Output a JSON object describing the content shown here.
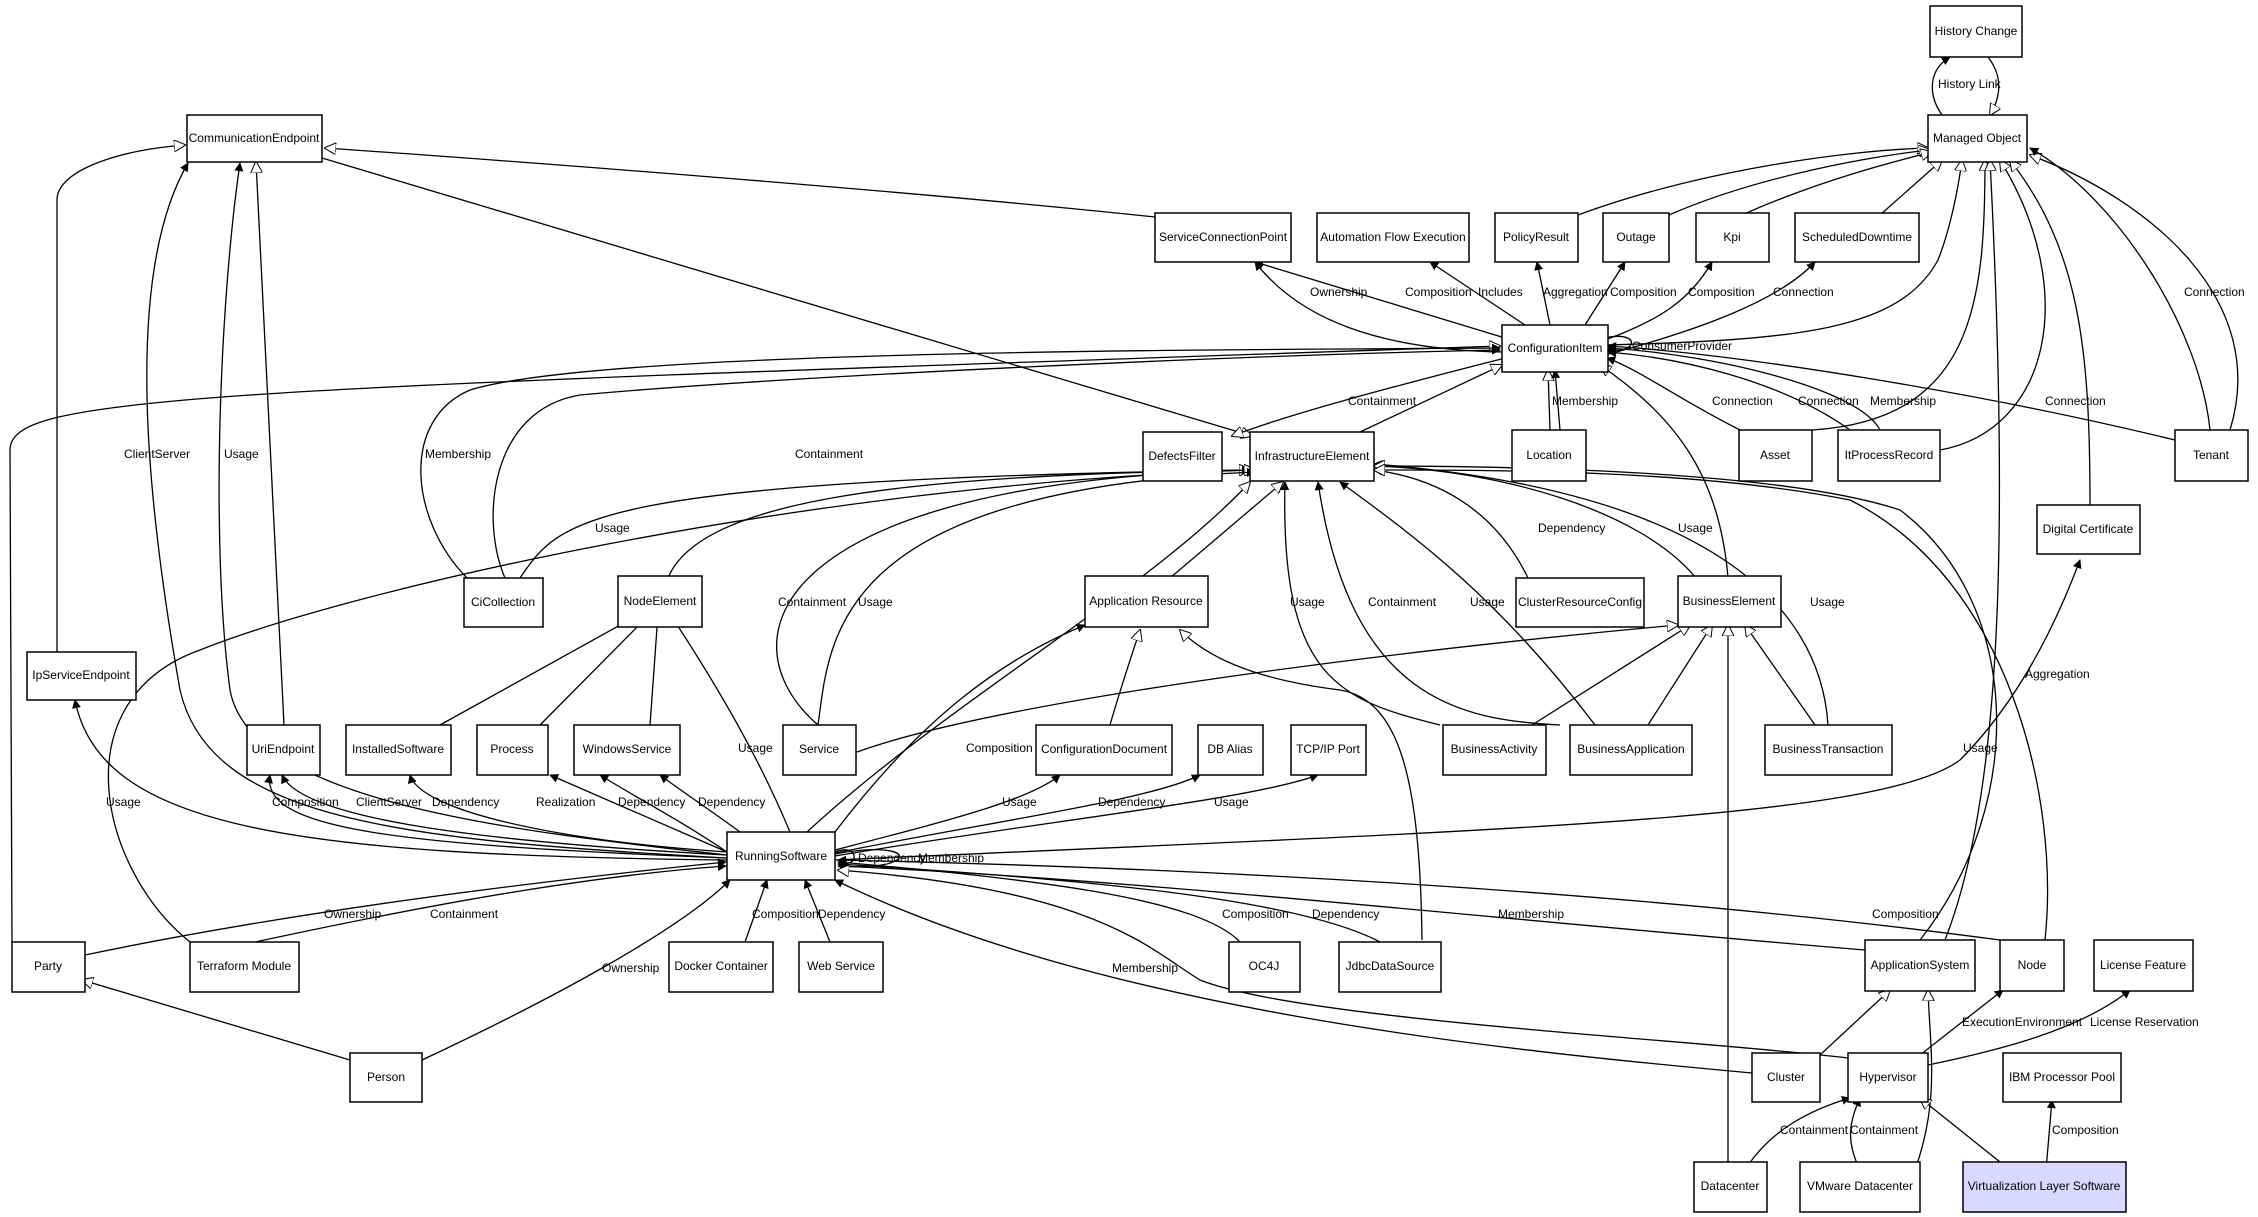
{
  "colors": {
    "stroke": "#000000",
    "node_fill": "#ffffff",
    "highlight_fill": "#d9d9ff",
    "background": "#ffffff"
  },
  "nodes": {
    "history_change": {
      "label": "History Change"
    },
    "managed_object": {
      "label": "Managed Object"
    },
    "communication_endpoint": {
      "label": "CommunicationEndpoint"
    },
    "service_connection_point": {
      "label": "ServiceConnectionPoint"
    },
    "automation_flow_execution": {
      "label": "Automation Flow Execution"
    },
    "policy_result": {
      "label": "PolicyResult"
    },
    "outage": {
      "label": "Outage"
    },
    "kpi": {
      "label": "Kpi"
    },
    "scheduled_downtime": {
      "label": "ScheduledDowntime"
    },
    "configuration_item": {
      "label": "ConfigurationItem"
    },
    "defects_filter": {
      "label": "DefectsFilter"
    },
    "infrastructure_element": {
      "label": "InfrastructureElement"
    },
    "location": {
      "label": "Location"
    },
    "asset": {
      "label": "Asset"
    },
    "it_process_record": {
      "label": "ItProcessRecord"
    },
    "tenant": {
      "label": "Tenant"
    },
    "digital_certificate": {
      "label": "Digital Certificate"
    },
    "ci_collection": {
      "label": "CiCollection"
    },
    "node_element": {
      "label": "NodeElement"
    },
    "application_resource": {
      "label": "Application Resource"
    },
    "cluster_resource_config": {
      "label": "ClusterResourceConfig"
    },
    "business_element": {
      "label": "BusinessElement"
    },
    "ip_service_endpoint": {
      "label": "IpServiceEndpoint"
    },
    "uri_endpoint": {
      "label": "UriEndpoint"
    },
    "installed_software": {
      "label": "InstalledSoftware"
    },
    "process": {
      "label": "Process"
    },
    "windows_service": {
      "label": "WindowsService"
    },
    "service": {
      "label": "Service"
    },
    "configuration_document": {
      "label": "ConfigurationDocument"
    },
    "db_alias": {
      "label": "DB Alias"
    },
    "tcpip_port": {
      "label": "TCP/IP Port"
    },
    "business_activity": {
      "label": "BusinessActivity"
    },
    "business_application": {
      "label": "BusinessApplication"
    },
    "business_transaction": {
      "label": "BusinessTransaction"
    },
    "running_software": {
      "label": "RunningSoftware"
    },
    "party": {
      "label": "Party"
    },
    "terraform_module": {
      "label": "Terraform Module"
    },
    "docker_container": {
      "label": "Docker Container"
    },
    "web_service": {
      "label": "Web Service"
    },
    "oc4j": {
      "label": "OC4J"
    },
    "jdbc_data_source": {
      "label": "JdbcDataSource"
    },
    "application_system": {
      "label": "ApplicationSystem"
    },
    "node": {
      "label": "Node"
    },
    "license_feature": {
      "label": "License Feature"
    },
    "person": {
      "label": "Person"
    },
    "cluster": {
      "label": "Cluster"
    },
    "hypervisor": {
      "label": "Hypervisor"
    },
    "ibm_processor_pool": {
      "label": "IBM Processor Pool"
    },
    "datacenter": {
      "label": "Datacenter"
    },
    "vmware_datacenter": {
      "label": "VMware Datacenter"
    },
    "virtualization_layer_software": {
      "label": "Virtualization Layer Software"
    }
  },
  "edge_labels": {
    "history_link": "History Link",
    "ownership_scp": "Ownership",
    "composition_scp": "Composition",
    "includes": "Includes",
    "aggregation_policy": "Aggregation",
    "composition_outage": "Composition",
    "composition_kpi": "Composition",
    "connection_sched": "Connection",
    "connection_tenant_mo": "Connection",
    "consumer_provider": "ConsumerProvider",
    "membership_location": "Membership",
    "containment_infra": "Containment",
    "connection_asset": "Connection",
    "connection_itpr": "Connection",
    "membership_itpr": "Membership",
    "connection_tenant_ci": "Connection",
    "membership_cicoll": "Membership",
    "containment_cicoll": "Containment",
    "client_server_ce": "ClientServer",
    "usage_ce": "Usage",
    "usage_cicoll": "Usage",
    "dependency_crc": "Dependency",
    "usage_be_infra": "Usage",
    "containment_service": "Containment",
    "usage_service": "Usage",
    "usage_ba_infra": "Usage",
    "containment_bapp": "Containment",
    "usage_bapp_infra": "Usage",
    "usage_bt": "Usage",
    "aggregation_dc": "Aggregation",
    "usage_node": "Usage",
    "usage_rs_node_element": "Usage",
    "composition_app_res": "Composition",
    "usage_ipse": "Usage",
    "composition_uri": "Composition",
    "client_server_uri": "ClientServer",
    "dependency_installed": "Dependency",
    "realization_process": "Realization",
    "dependency_process": "Dependency",
    "dependency_windows": "Dependency",
    "usage_config_doc": "Usage",
    "dependency_db_alias": "Dependency",
    "usage_tcpip": "Usage",
    "dependency_self": "Dependency",
    "membership_self": "Membership",
    "ownership_party": "Ownership",
    "containment_terraform": "Containment",
    "ownership_person": "Ownership",
    "composition_docker": "Composition",
    "dependency_web": "Dependency",
    "composition_oc4j": "Composition",
    "dependency_jdbc": "Dependency",
    "membership_appsys": "Membership",
    "composition_node": "Composition",
    "membership_cluster": "Membership",
    "execution_environment": "ExecutionEnvironment",
    "license_reservation": "License Reservation",
    "containment_datacenter": "Containment",
    "containment_vmware": "Containment",
    "composition_ibm": "Composition"
  }
}
